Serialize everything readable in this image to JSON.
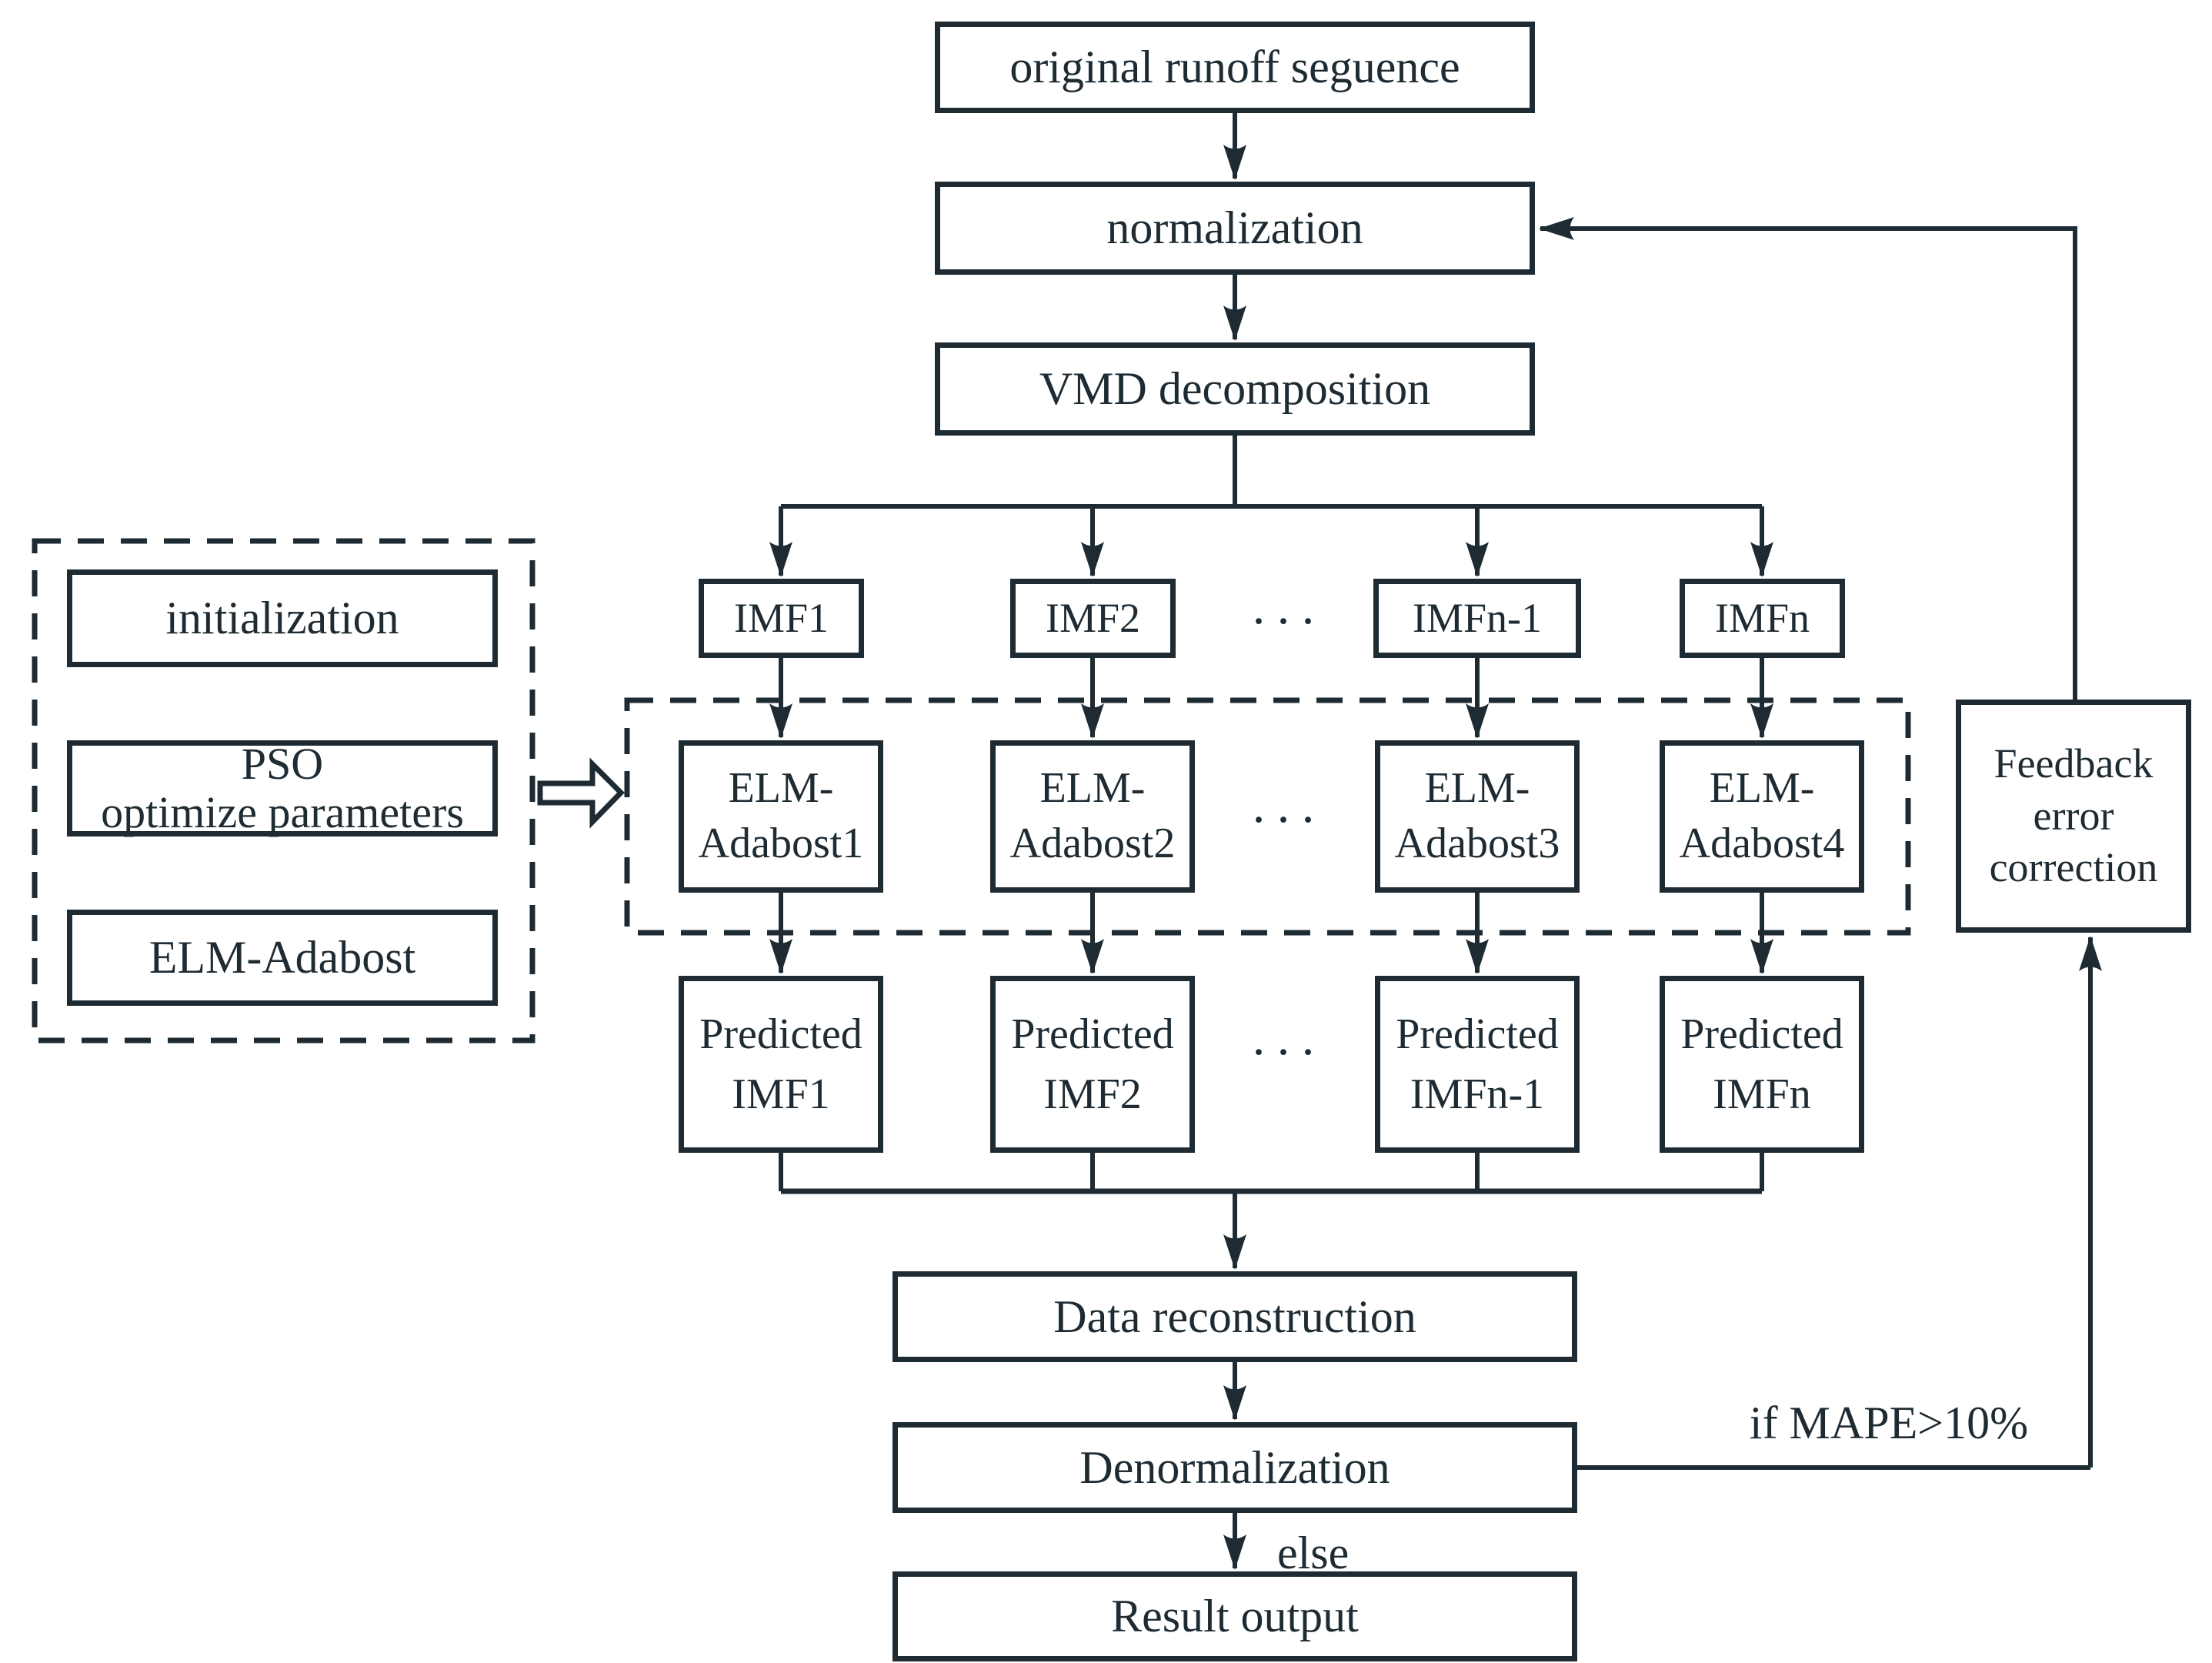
{
  "diagram": {
    "colors": {
      "ink": "#1e2b33",
      "background": "#ffffff"
    },
    "flow": {
      "original": "original runoff seguence",
      "normalization": "normalization",
      "vmd": "VMD decomposition",
      "data_reconstruction": "Data reconstruction",
      "denormalization": "Denormalization",
      "result_output": "Result output"
    },
    "imf_row": [
      "IMF1",
      "IMF2",
      "IMFn-1",
      "IMFn"
    ],
    "elm_row": [
      "ELM-\nAdabost1",
      "ELM-\nAdabost2",
      "ELM-\nAdabost3",
      "ELM-\nAdabost4"
    ],
    "predicted_row": [
      "Predicted\nIMF1",
      "Predicted\nIMF2",
      "Predicted\nIMFn-1",
      "Predicted\nIMFn"
    ],
    "pso_panel": {
      "initialization": "initialization",
      "pso": "PSO\noptimize parameters",
      "elm_adabost": "ELM-Adabost"
    },
    "feedback": "Feedback\nerror\ncorrection",
    "labels": {
      "mape": "if MAPE>10%",
      "else_label": "else",
      "ellipsis": "···"
    }
  }
}
